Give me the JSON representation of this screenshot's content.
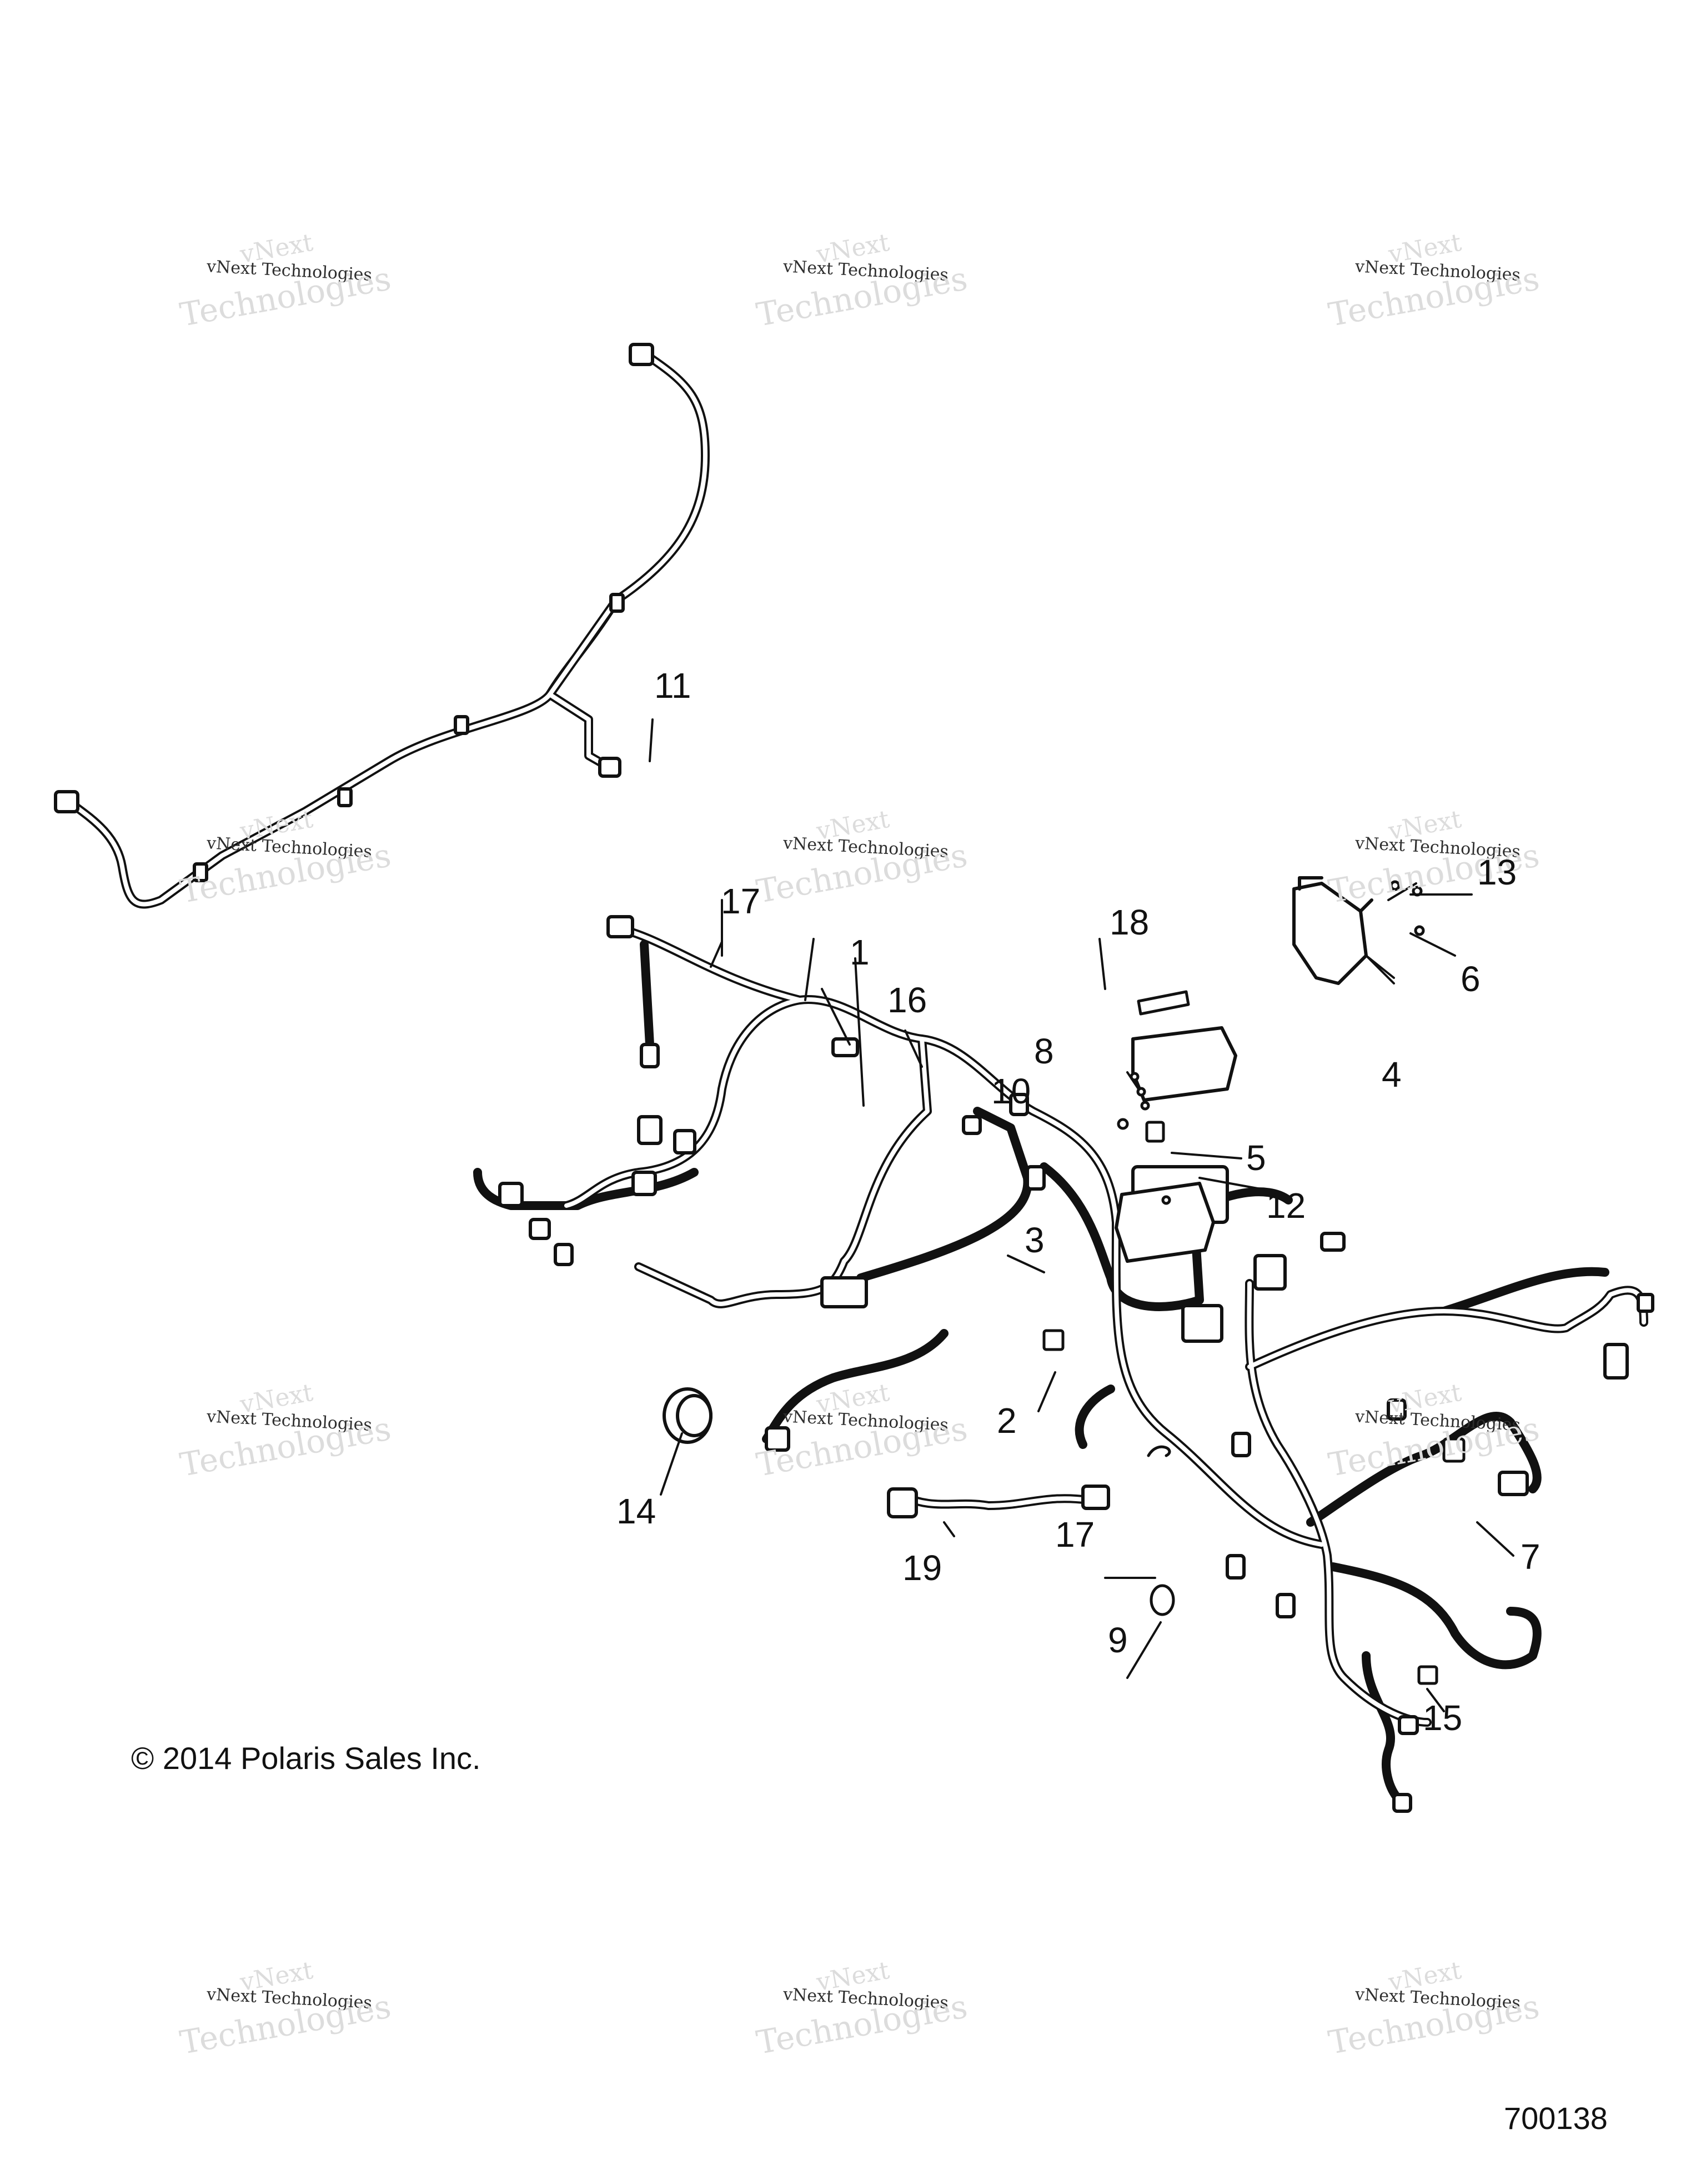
{
  "copyright": "© 2014 Polaris Sales Inc.",
  "figure_id": "700138",
  "watermark": {
    "line1": "vNext",
    "line2": "vNext Technologies",
    "line3": "Technologies"
  },
  "callouts": [
    "1",
    "2",
    "3",
    "4",
    "5",
    "6",
    "7",
    "8",
    "9",
    "10",
    "11",
    "12",
    "13",
    "14",
    "15",
    "16",
    "17",
    "17",
    "18",
    "19"
  ]
}
